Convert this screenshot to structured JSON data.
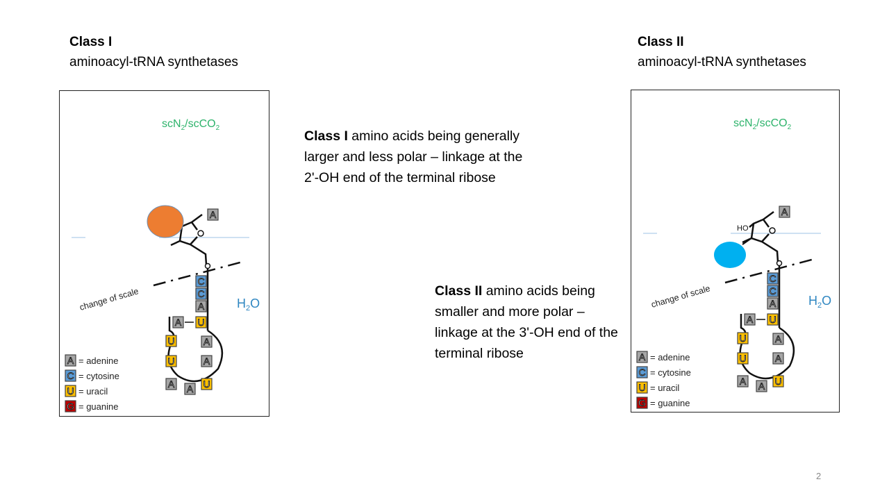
{
  "left": {
    "title_bold": "Class I",
    "title_rest": "aminoacyl-tRNA synthetases",
    "diagram": {
      "medium_a": "scN",
      "medium_sub": "2",
      "medium_b": "/scCO",
      "medium_sub2": "2",
      "water": "H",
      "water_sub": "2",
      "water_o": "O",
      "scale_label": "change of scale",
      "amino_acid_color": "#ED7D31"
    }
  },
  "right": {
    "title_bold": "Class II",
    "title_rest": "aminoacyl-tRNA synthetases",
    "diagram": {
      "medium_a": "scN",
      "medium_sub": "2",
      "medium_b": "/scCO",
      "medium_sub2": "2",
      "water": "H",
      "water_sub": "2",
      "water_o": "O",
      "scale_label": "change of scale",
      "ho_label": "HO",
      "amino_acid_color": "#00B0F0"
    }
  },
  "middle_top": {
    "bold": "Class I",
    "text": " amino acids being generally larger and less polar – linkage at the 2'-OH end of the terminal ribose"
  },
  "middle_bottom": {
    "bold": "Class II",
    "text": " amino acids being smaller and more polar – linkage at the 3'-OH end of the terminal ribose"
  },
  "bases": {
    "A": "A",
    "C": "C",
    "U": "U",
    "G": "G"
  },
  "legend": [
    {
      "letter": "A",
      "label": "= adenine",
      "color": "#A6A6A6"
    },
    {
      "letter": "C",
      "label": "= cytosine",
      "color": "#5B9BD5"
    },
    {
      "letter": "U",
      "label": "= uracil",
      "color": "#FFC000"
    },
    {
      "letter": "G",
      "label": "= guanine",
      "color": "#C00000"
    }
  ],
  "page_number": "2"
}
